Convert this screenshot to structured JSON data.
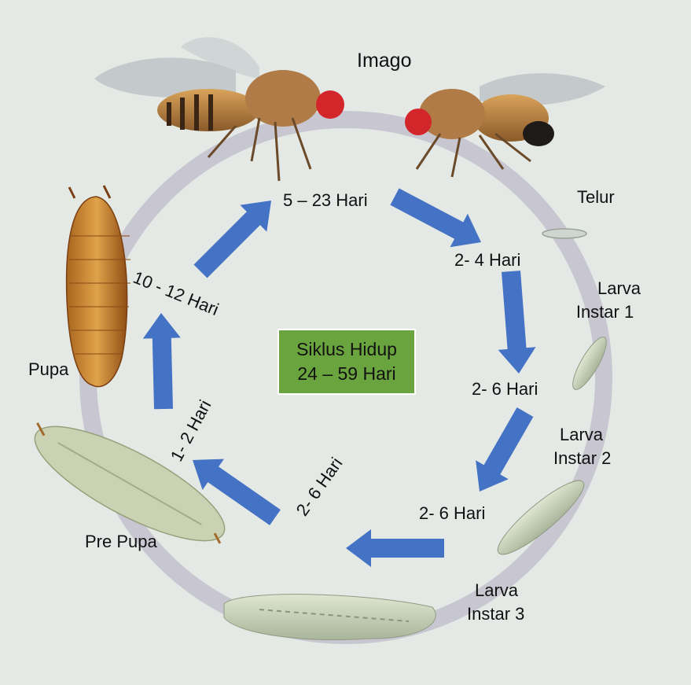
{
  "stages": {
    "imago": "Imago",
    "telur": "Telur",
    "larva1": [
      "Larva",
      "Instar 1"
    ],
    "larva2": [
      "Larva",
      "Instar 2"
    ],
    "larva3": [
      "Larva",
      "Instar 3"
    ],
    "prepupa": "Pre Pupa",
    "pupa": "Pupa"
  },
  "durations": {
    "imago_to_telur": "5 – 23 Hari",
    "telur_to_larva1": "2- 4 Hari",
    "larva1_to_larva2": "2- 6 Hari",
    "larva2_to_larva3": "2- 6 Hari",
    "larva3_to_prepupa": "2- 6 Hari",
    "prepupa_to_pupa": "1- 2 Hari",
    "pupa_to_imago": "10 - 12 Hari"
  },
  "center": {
    "line1": "Siklus Hidup",
    "line2": "24 – 59 Hari"
  },
  "colors": {
    "background": "#e4e9e5",
    "cycle_ring": "#c8c6d0",
    "arrow": "#4472c4",
    "center_box": "#6aa43e"
  }
}
